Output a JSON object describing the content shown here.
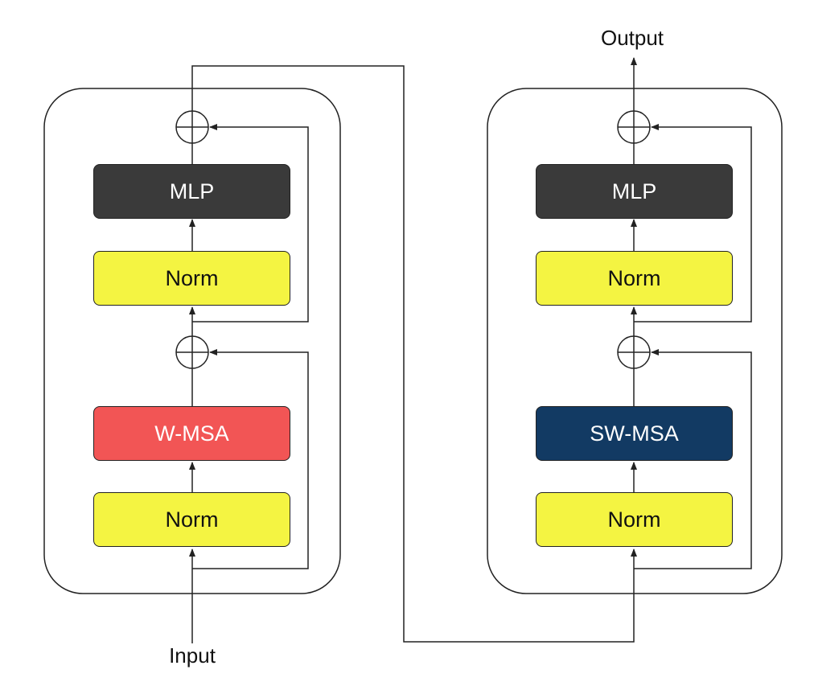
{
  "labels": {
    "input": "Input",
    "output": "Output"
  },
  "blocks": [
    {
      "label": "MLP",
      "kind": "mlp"
    },
    {
      "label": "Norm",
      "kind": "norm"
    },
    {
      "label": "W-MSA",
      "kind": "wmsa"
    },
    {
      "label": "Norm",
      "kind": "norm"
    },
    {
      "label": "MLP",
      "kind": "mlp"
    },
    {
      "label": "Norm",
      "kind": "norm"
    },
    {
      "label": "SW-MSA",
      "kind": "swmsa"
    },
    {
      "label": "Norm",
      "kind": "norm"
    }
  ],
  "colors": {
    "mlp": "#3a3a3a",
    "norm": "#f4f442",
    "wmsa": "#f25555",
    "swmsa": "#123a63",
    "line": "#222222"
  }
}
